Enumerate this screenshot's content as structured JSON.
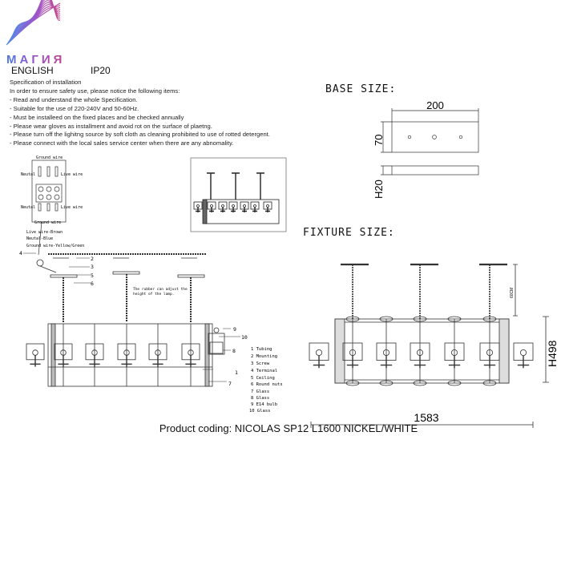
{
  "logo": {
    "text": "МАГИЯ"
  },
  "header": {
    "language": "ENGLISH",
    "ip_rating": "IP20"
  },
  "specification": {
    "title": "Specification of installation",
    "intro": "In order to ensure safety use, please notice the following items:",
    "items": [
      "- Read and understand the whole Specification.",
      "- Suitable for the use of 220-240V and 50-60Hz.",
      "- Must be installeed on the fixed places and be checked annually",
      "- Please wear gloves as installment and avoid rot on the surface of plaetng.",
      "- Please turn off the lighitng source by soft cloth as cleaning prohibited to use of rotted detergent.",
      "- Please connect with the local sales service center when there are any abnomality."
    ]
  },
  "wiring": {
    "ground_top": "Ground wire",
    "neutral_top": "Neutal",
    "live_top": "Live wire",
    "neutral_bottom": "Neutal",
    "live_bottom": "Live wire",
    "ground_bottom": "Ground wire",
    "colors": [
      "Live wire-Brown",
      "Neutal-Blue",
      "Ground wire-Yellow/Green"
    ]
  },
  "install": {
    "callouts": [
      "1",
      "2",
      "3",
      "4",
      "5",
      "6",
      "7",
      "8",
      "9",
      "10"
    ],
    "rubber_note": [
      "The rubber can adjust the",
      "height of the lamp."
    ]
  },
  "legend": [
    "1 Tubing",
    "2 Mounting",
    "3 Screw",
    "4 Terminal",
    "5 Ceiling",
    "6 Round nuts",
    "7 Glass",
    "8 Glass",
    "9 E14 bulb",
    "10 Glass"
  ],
  "base_size": {
    "heading": "BASE SIZE:",
    "width": "200",
    "depth": "70",
    "height": "H20"
  },
  "fixture_size": {
    "heading": "FIXTURE SIZE:",
    "length": "1583",
    "height": "H498",
    "chain": "60CM"
  },
  "product_coding": "Product coding: NICOLAS SP12 L1600 NICKEL/WHITE"
}
